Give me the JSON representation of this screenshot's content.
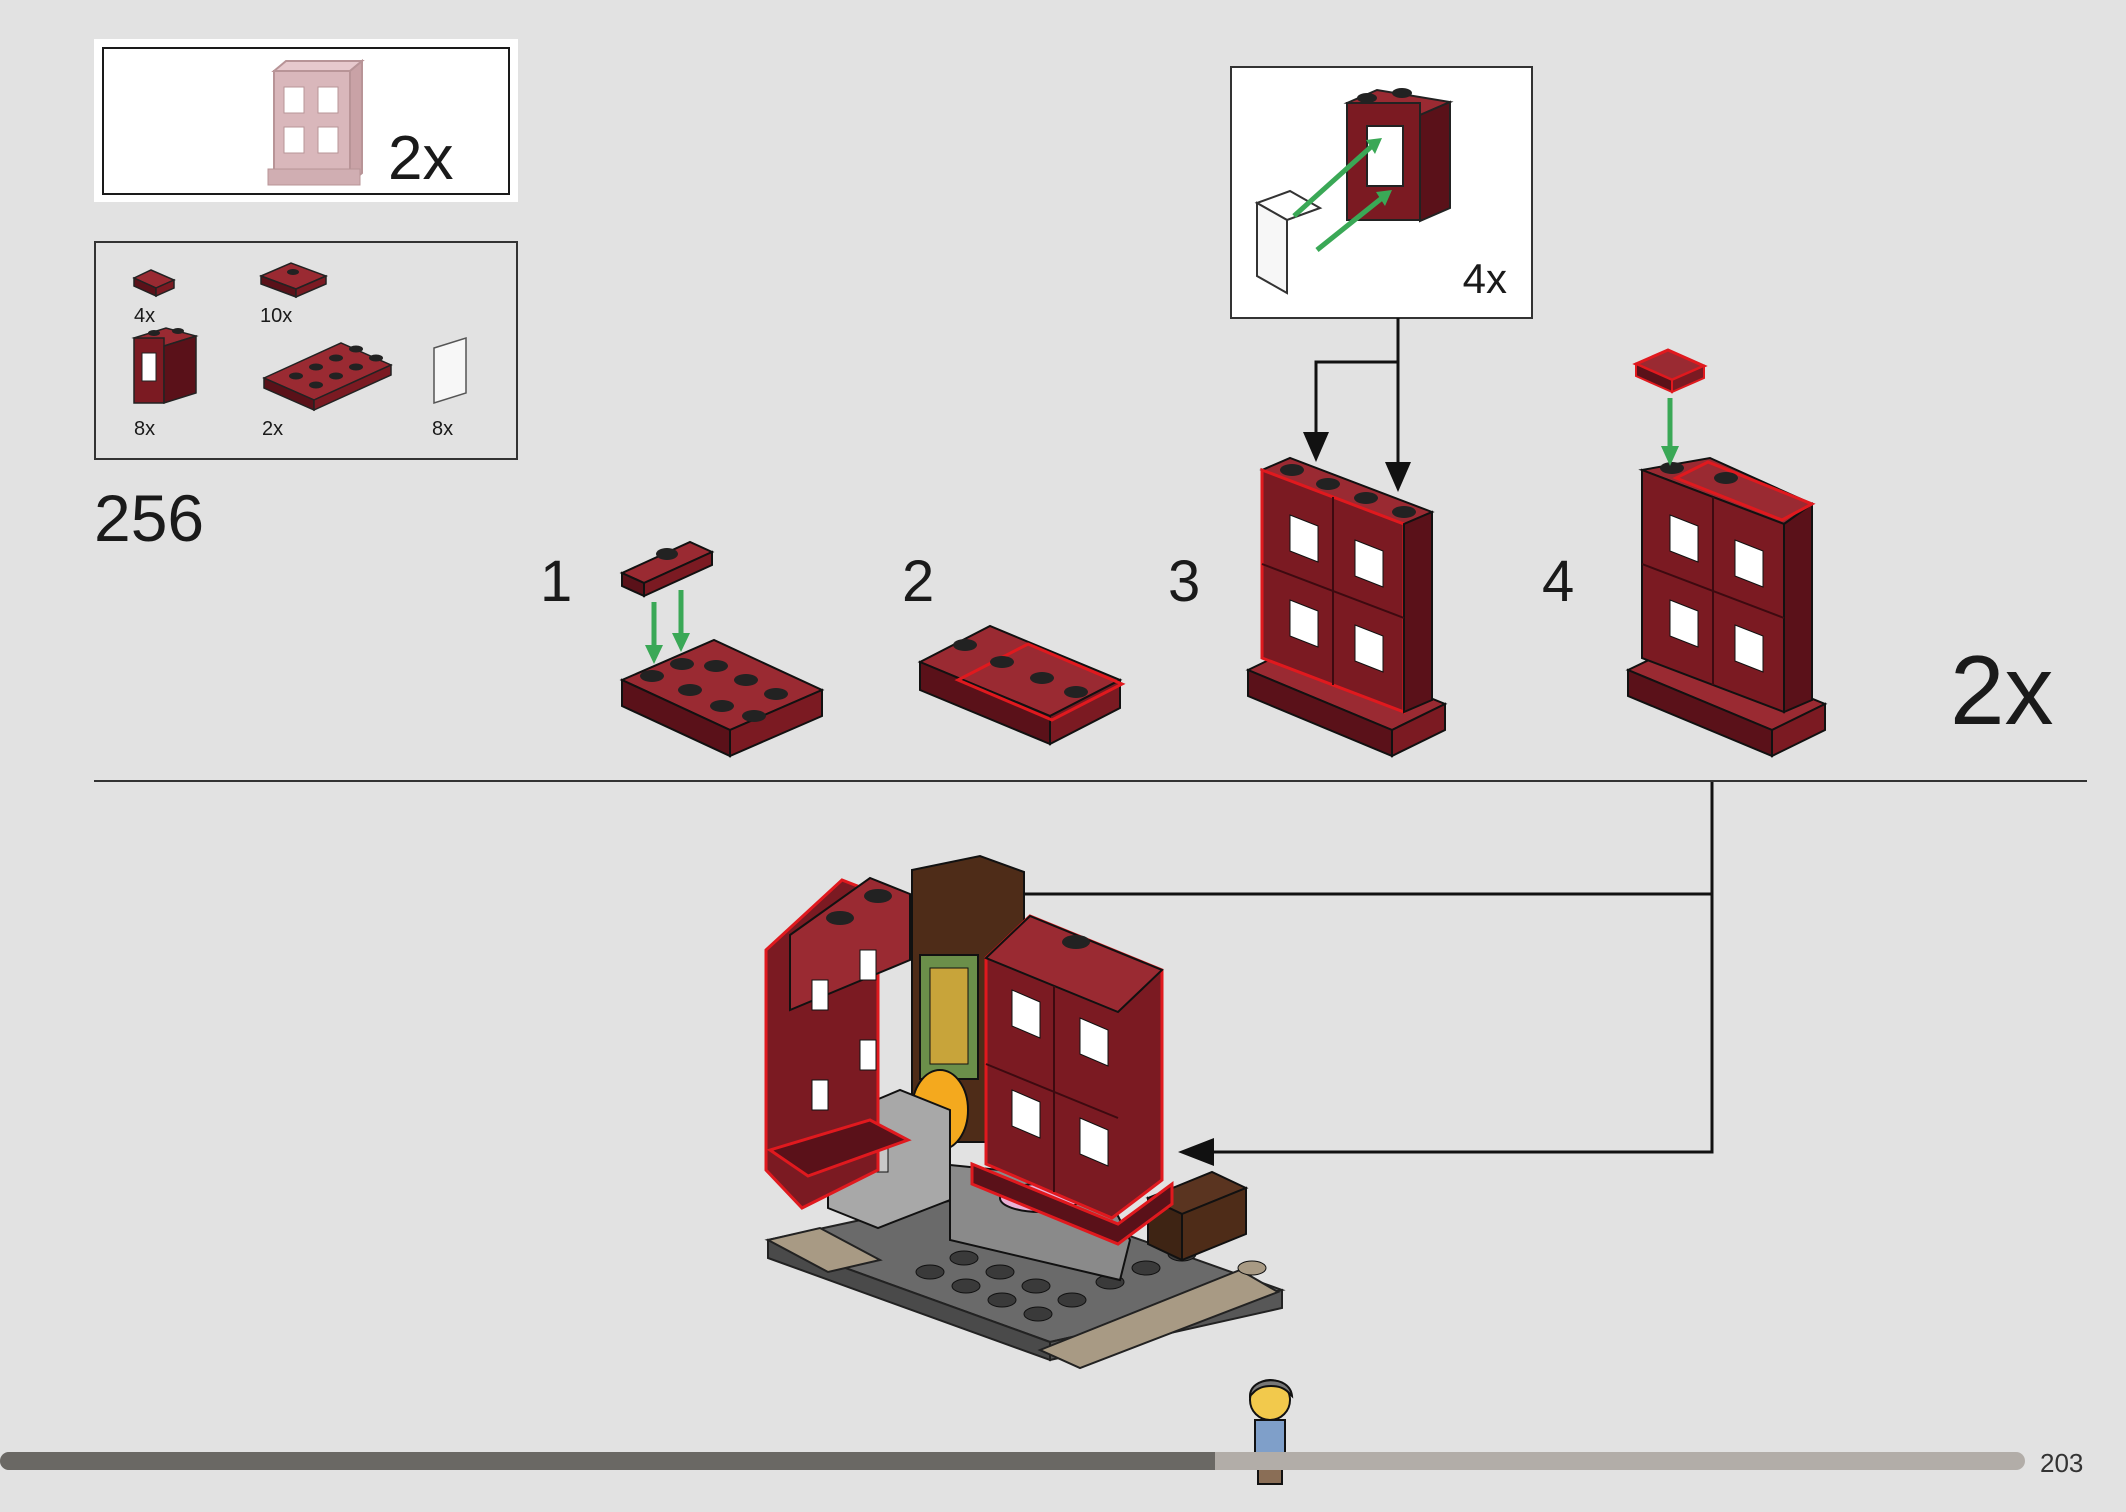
{
  "sheet": {
    "quantity": "2x"
  },
  "parts": [
    {
      "name": "plate-1x1",
      "qty": "4x"
    },
    {
      "name": "tile-1x2",
      "qty": "10x"
    },
    {
      "name": "window-frame",
      "qty": "8x"
    },
    {
      "name": "plate-2x4",
      "qty": "2x"
    },
    {
      "name": "window-glass",
      "qty": "8x"
    }
  ],
  "step": {
    "number": "256"
  },
  "substeps": [
    {
      "number": "1"
    },
    {
      "number": "2"
    },
    {
      "number": "3"
    },
    {
      "number": "4"
    }
  ],
  "subassembly_multiplier": "2x",
  "callout": {
    "quantity": "4x"
  },
  "colors": {
    "brick_red": "#7b1a22",
    "brick_red_dark": "#4e0f15",
    "brick_red_light": "#9a2a32",
    "highlight": "#e0191e",
    "arrow_green": "#3aa856"
  },
  "footer": {
    "page_number": "203",
    "progress": 0.6
  }
}
